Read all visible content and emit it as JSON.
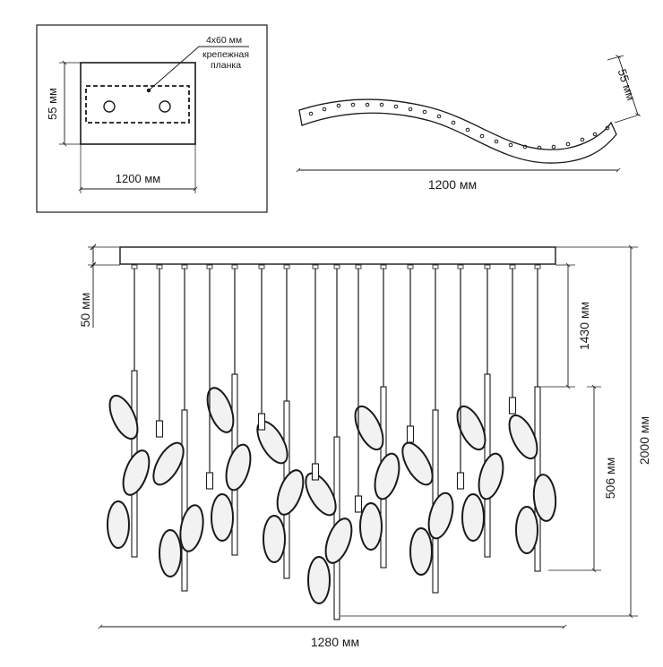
{
  "mount_detail": {
    "plate_size_label": "4x60 мм",
    "plate_name_line1": "крепежная",
    "plate_name_line2": "планка",
    "height_label": "55 мм",
    "width_label": "1200 мм"
  },
  "canopy_shape": {
    "height_label": "55 мм",
    "width_label": "1200 мм"
  },
  "elevation": {
    "canopy_height_label": "50 мм",
    "cable_label": "1430 мм",
    "pendant_label": "506 мм",
    "total_height_label": "2000 мм",
    "total_width_label": "1280 мм"
  },
  "colors": {
    "line": "#1a1a1a",
    "leaf_fill": "#f2f2f2"
  }
}
